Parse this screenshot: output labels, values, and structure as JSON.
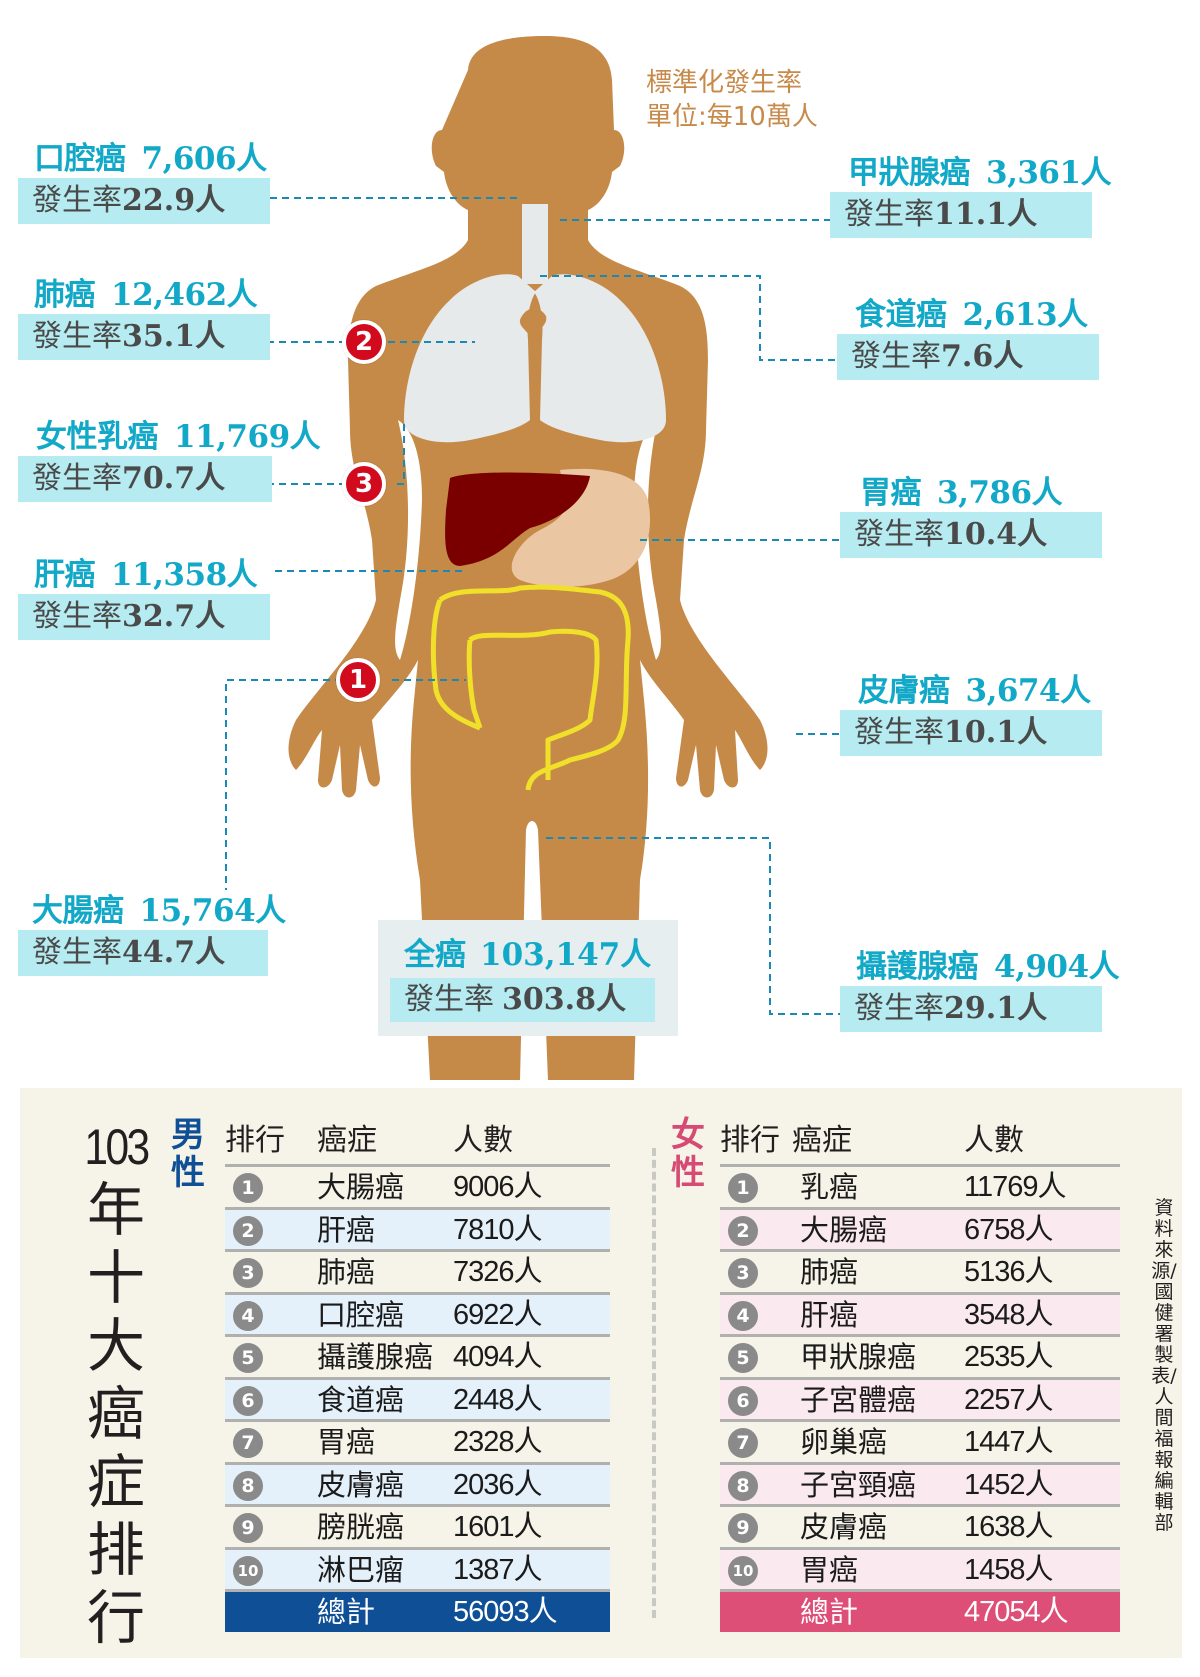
{
  "unit_note": {
    "line1": "標準化發生率",
    "line2": "單位:每10萬人"
  },
  "callouts": [
    {
      "id": "oral",
      "name": "口腔癌",
      "count": "7,606人",
      "rate_label": "發生率",
      "rate": "22.9人"
    },
    {
      "id": "lung",
      "name": "肺癌",
      "count": "12,462人",
      "rate_label": "發生率",
      "rate": "35.1人"
    },
    {
      "id": "breast",
      "name": "女性乳癌",
      "count": "11,769人",
      "rate_label": "發生率",
      "rate": "70.7人"
    },
    {
      "id": "liver",
      "name": "肝癌",
      "count": "11,358人",
      "rate_label": "發生率",
      "rate": "32.7人"
    },
    {
      "id": "colorectal",
      "name": "大腸癌",
      "count": "15,764人",
      "rate_label": "發生率",
      "rate": "44.7人"
    },
    {
      "id": "thyroid",
      "name": "甲狀腺癌",
      "count": "3,361人",
      "rate_label": "發生率",
      "rate": "11.1人"
    },
    {
      "id": "esophagus",
      "name": "食道癌",
      "count": "2,613人",
      "rate_label": "發生率",
      "rate": "7.6人"
    },
    {
      "id": "stomach",
      "name": "胃癌",
      "count": "3,786人",
      "rate_label": "發生率",
      "rate": "10.4人"
    },
    {
      "id": "skin",
      "name": "皮膚癌",
      "count": "3,674人",
      "rate_label": "發生率",
      "rate": "10.1人"
    },
    {
      "id": "prostate",
      "name": "攝護腺癌",
      "count": "4,904人",
      "rate_label": "發生率",
      "rate": "29.1人"
    }
  ],
  "total": {
    "name": "全癌",
    "count": "103,147人",
    "rate_label": "發生率",
    "rate": "303.8人"
  },
  "badges": [
    "1",
    "2",
    "3"
  ],
  "ranking": {
    "title_year": "103",
    "title_rest": [
      "年",
      "十",
      "大",
      "癌",
      "症",
      "排",
      "行"
    ],
    "headers": {
      "rank": "排行",
      "cancer": "癌症",
      "count": "人數"
    },
    "male": {
      "label": [
        "男",
        "性"
      ],
      "rows": [
        {
          "rank": "1",
          "cancer": "大腸癌",
          "count": "9006人"
        },
        {
          "rank": "2",
          "cancer": "肝癌",
          "count": "7810人"
        },
        {
          "rank": "3",
          "cancer": "肺癌",
          "count": "7326人"
        },
        {
          "rank": "4",
          "cancer": "口腔癌",
          "count": "6922人"
        },
        {
          "rank": "5",
          "cancer": "攝護腺癌",
          "count": "4094人"
        },
        {
          "rank": "6",
          "cancer": "食道癌",
          "count": "2448人"
        },
        {
          "rank": "7",
          "cancer": "胃癌",
          "count": "2328人"
        },
        {
          "rank": "8",
          "cancer": "皮膚癌",
          "count": "2036人"
        },
        {
          "rank": "9",
          "cancer": "膀胱癌",
          "count": "1601人"
        },
        {
          "rank": "10",
          "cancer": "淋巴瘤",
          "count": "1387人"
        }
      ],
      "total_label": "總計",
      "total": "56093人"
    },
    "female": {
      "label": [
        "女",
        "性"
      ],
      "rows": [
        {
          "rank": "1",
          "cancer": "乳癌",
          "count": "11769人"
        },
        {
          "rank": "2",
          "cancer": "大腸癌",
          "count": "6758人"
        },
        {
          "rank": "3",
          "cancer": "肺癌",
          "count": "5136人"
        },
        {
          "rank": "4",
          "cancer": "肝癌",
          "count": "3548人"
        },
        {
          "rank": "5",
          "cancer": "甲狀腺癌",
          "count": "2535人"
        },
        {
          "rank": "6",
          "cancer": "子宮體癌",
          "count": "2257人"
        },
        {
          "rank": "7",
          "cancer": "卵巢癌",
          "count": "1447人"
        },
        {
          "rank": "8",
          "cancer": "子宮頸癌",
          "count": "1452人"
        },
        {
          "rank": "9",
          "cancer": "皮膚癌",
          "count": "1638人"
        },
        {
          "rank": "10",
          "cancer": "胃癌",
          "count": "1458人"
        }
      ],
      "total_label": "總計",
      "total": "47054人"
    },
    "credit": "資料來源/國健署　製表/人間福報編輯部"
  },
  "colors": {
    "skin": "#c68a48",
    "organ_gray": "#e6eaea",
    "liver": "#7a0000",
    "stomach": "#eac6a2",
    "colon": "#f0e02a",
    "callout_title": "#12a8c8",
    "rate_bg": "#b6ecf1",
    "badge": "#d10a1e",
    "male": "#0e4f96",
    "female": "#de4f78"
  },
  "chart_data": {
    "type": "table",
    "title": "103年十大癌症排行",
    "subtitle": "標準化發生率 單位:每10萬人",
    "body_map": {
      "columns": [
        "癌症",
        "人數",
        "發生率(每10萬人)"
      ],
      "rows": [
        [
          "口腔癌",
          7606,
          22.9
        ],
        [
          "肺癌",
          12462,
          35.1
        ],
        [
          "女性乳癌",
          11769,
          70.7
        ],
        [
          "肝癌",
          11358,
          32.7
        ],
        [
          "大腸癌",
          15764,
          44.7
        ],
        [
          "甲狀腺癌",
          3361,
          11.1
        ],
        [
          "食道癌",
          2613,
          7.6
        ],
        [
          "胃癌",
          3786,
          10.4
        ],
        [
          "皮膚癌",
          3674,
          10.1
        ],
        [
          "攝護腺癌",
          4904,
          29.1
        ],
        [
          "全癌",
          103147,
          303.8
        ]
      ],
      "top3_badges": {
        "1": "大腸癌",
        "2": "肺癌",
        "3": "女性乳癌"
      }
    },
    "male_top10": {
      "categories": [
        "大腸癌",
        "肝癌",
        "肺癌",
        "口腔癌",
        "攝護腺癌",
        "食道癌",
        "胃癌",
        "皮膚癌",
        "膀胱癌",
        "淋巴瘤"
      ],
      "values": [
        9006,
        7810,
        7326,
        6922,
        4094,
        2448,
        2328,
        2036,
        1601,
        1387
      ],
      "total": 56093
    },
    "female_top10": {
      "categories": [
        "乳癌",
        "大腸癌",
        "肺癌",
        "肝癌",
        "甲狀腺癌",
        "子宮體癌",
        "卵巢癌",
        "子宮頸癌",
        "皮膚癌",
        "胃癌"
      ],
      "values": [
        11769,
        6758,
        5136,
        3548,
        2535,
        2257,
        1447,
        1452,
        1638,
        1458
      ],
      "total": 47054
    },
    "source": "資料來源/國健署 製表/人間福報編輯部"
  }
}
